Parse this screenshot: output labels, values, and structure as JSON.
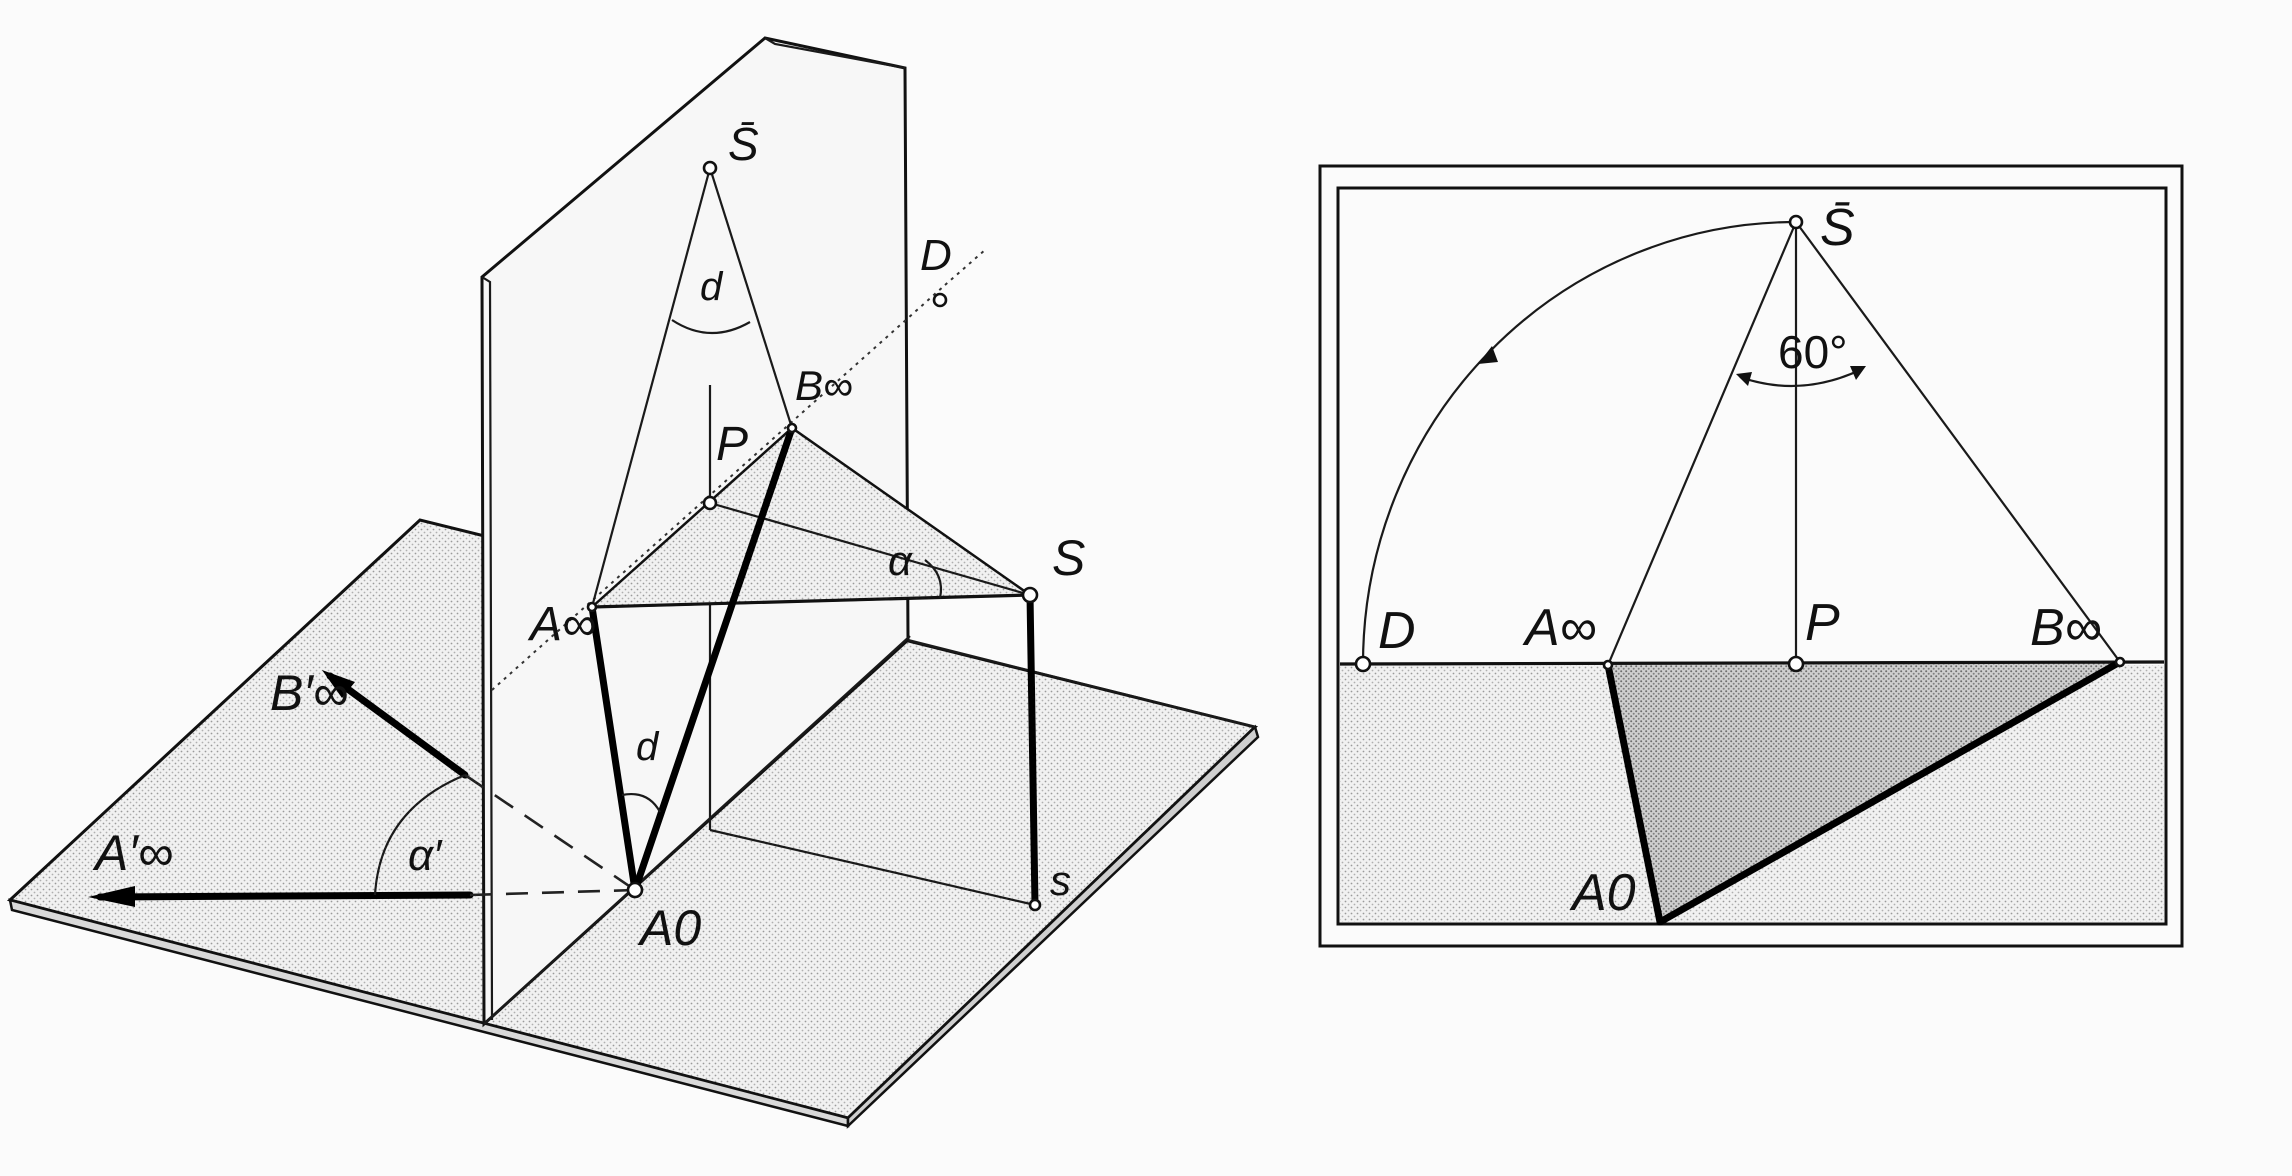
{
  "left_figure": {
    "labels": {
      "s_bar": "S̄",
      "angle_top": "d",
      "d_point": "D",
      "b_inf": "B∞",
      "p": "P",
      "a_inf": "A∞",
      "alpha": "α",
      "s": "S",
      "b_inf_prime": "B′∞",
      "a_inf_prime": "A′∞",
      "alpha_prime": "α′",
      "angle_bottom": "d",
      "a0": "A0",
      "s_small": "s"
    }
  },
  "right_figure": {
    "labels": {
      "s_bar": "S̄",
      "angle": "60°",
      "d": "D",
      "a_inf": "A∞",
      "p": "P",
      "b_inf": "B∞",
      "a0": "A0"
    }
  },
  "colors": {
    "ink": "#111111",
    "shade": "#bdbdbd",
    "paper": "#fbfbfb"
  }
}
